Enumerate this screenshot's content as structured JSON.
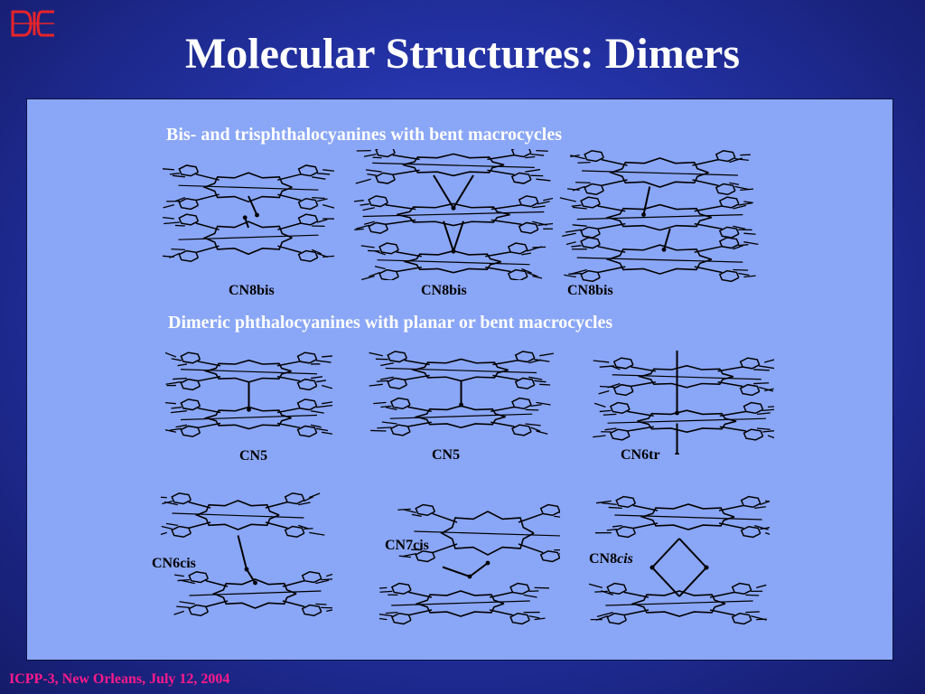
{
  "header": {
    "title": "Molecular Structures: Dimers",
    "logo_icon": "dc-logo-icon",
    "logo_color": "#e8242a"
  },
  "panel": {
    "section1_title": "Bis- and trisphthalocyanines with bent macrocycles",
    "section2_title": "Dimeric phthalocyanines with planar or bent macrocycles",
    "row1_labels": [
      "CN8bis",
      "CN8bis",
      "CN8bis"
    ],
    "row2_labels": [
      "CN5",
      "CN5",
      "CN6tr"
    ],
    "row3_labels": [
      "CN6cis",
      "CN7cis"
    ],
    "row3_label3_prefix": "CN8",
    "row3_label3_italic": "cis"
  },
  "footer": {
    "text": "ICPP-3, New Orleans, July 12, 2004",
    "color": "#ff1a8c"
  }
}
